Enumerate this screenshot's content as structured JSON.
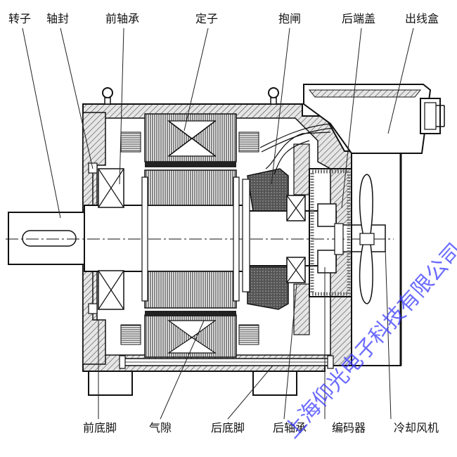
{
  "labels": {
    "rotor": "转子",
    "shaft_seal": "轴封",
    "front_bearing": "前轴承",
    "stator": "定子",
    "brake": "抱闸",
    "rear_end_cover": "后端盖",
    "junction_box": "出线盒",
    "front_foot": "前底脚",
    "air_gap": "气隙",
    "rear_foot": "后底脚",
    "rear_bearing": "后轴承",
    "encoder": "编码器",
    "cooling_fan": "冷却风机"
  },
  "watermark": {
    "text": "上海仰光电子科技有限公司",
    "color": "#3a3aff"
  }
}
